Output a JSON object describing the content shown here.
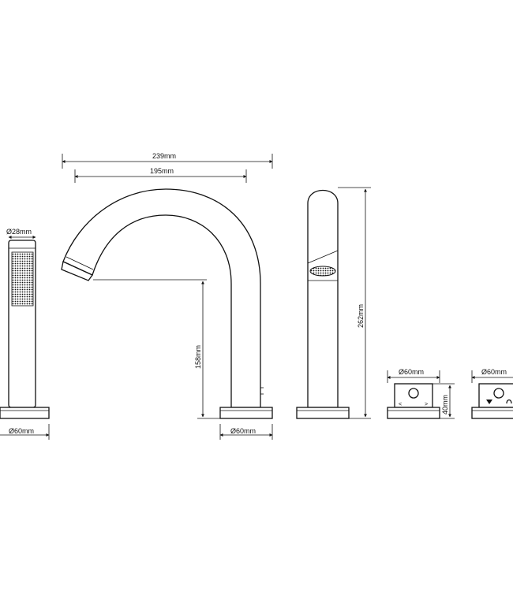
{
  "diagram": {
    "dimensions": {
      "spout_overall_width": "239mm",
      "spout_reach": "195mm",
      "spout_height": "158mm",
      "spout_base_diameter": "Ø60mm",
      "handshower_head_diameter": "Ø28mm",
      "handshower_base_diameter": "Ø60mm",
      "side_view_height": "262mm",
      "handle1_diameter": "Ø60mm",
      "handle1_height": "40mm",
      "handle2_diameter": "Ø60mm"
    },
    "handle_markers": {
      "left": "<",
      "right": ">"
    }
  }
}
